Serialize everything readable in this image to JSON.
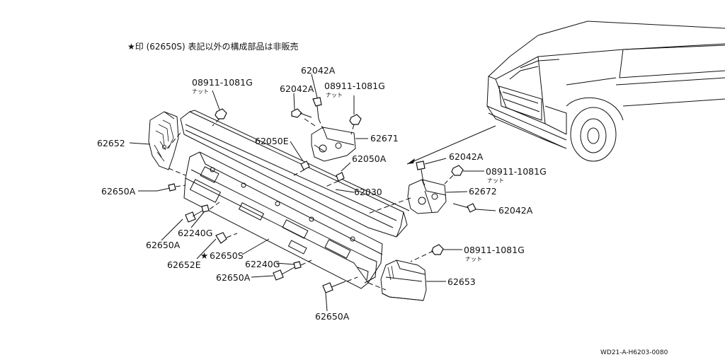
{
  "note": "★印 (62650S) 表記以外の構成部品は非販売",
  "drawing_code": "WD21-A-H6203-0080",
  "labels": {
    "p08911_top": "08911-1081G",
    "nut_top": "ナット",
    "p62042a_top": "62042A",
    "p62042a_left": "62042A",
    "p08911_mid": "08911-1081G",
    "nut_mid": "ナット",
    "p62671": "62671",
    "p62652": "62652",
    "p62050e": "62050E",
    "p62050a": "62050A",
    "p62030": "62030",
    "p62650a_left": "62650A",
    "p62240g_left": "62240G",
    "p62650a_mid": "62650A",
    "p62652e": "62652E",
    "star_mark": "★",
    "p62650s": "62650S",
    "p62240g_bottom": "62240G",
    "p62650a_bottom": "62650A",
    "p62650a_low": "62650A",
    "p62042a_right": "62042A",
    "p08911_right": "08911-1081G",
    "nut_right": "ナット",
    "p62672": "62672",
    "p62042a_right_low": "62042A",
    "p08911_low": "08911-1081G",
    "nut_low": "ナット",
    "p62653": "62653"
  }
}
